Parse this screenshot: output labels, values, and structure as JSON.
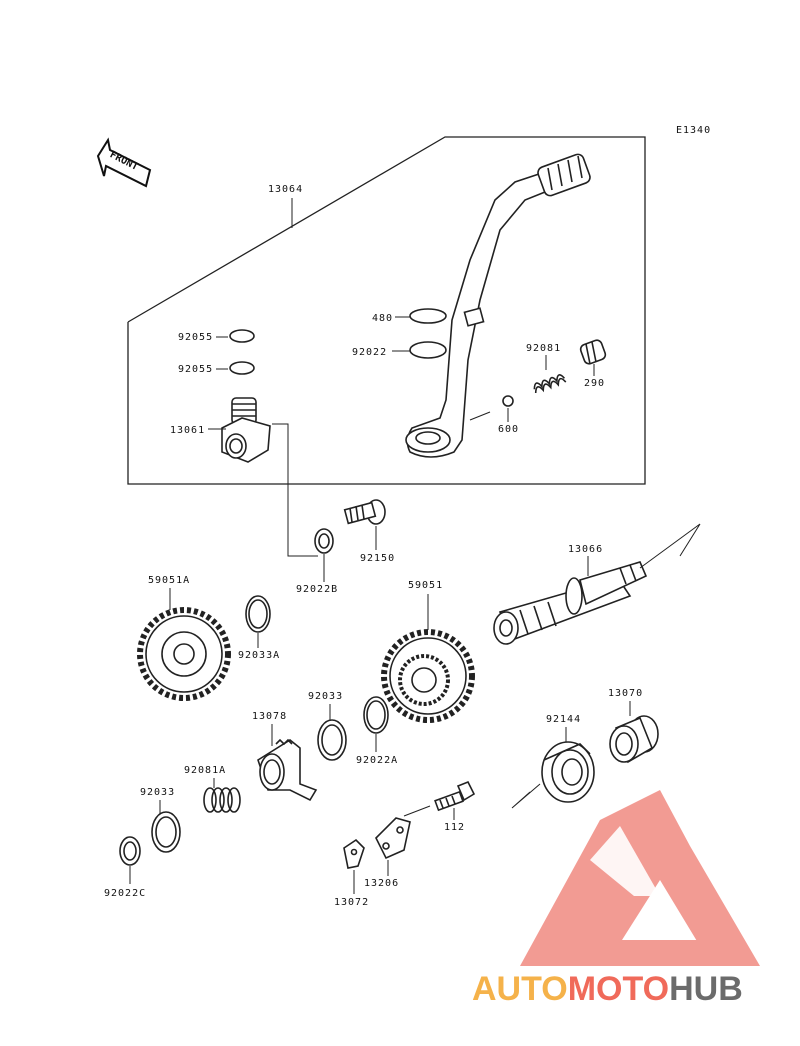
{
  "diagram_code": "E1340",
  "front_label": "FRONT",
  "parts": {
    "p13064": "13064",
    "p92055a": "92055",
    "p92055b": "92055",
    "p13061": "13061",
    "p480": "480",
    "p92022": "92022",
    "p92081": "92081",
    "p290": "290",
    "p600": "600",
    "p92150": "92150",
    "p92022B": "92022B",
    "p13066": "13066",
    "p59051A": "59051A",
    "p92033A": "92033A",
    "p59051": "59051",
    "p92033": "92033",
    "p13078": "13078",
    "p92022A": "92022A",
    "p13070": "13070",
    "p92144": "92144",
    "p92081A": "92081A",
    "p92033b": "92033",
    "p92022C": "92022C",
    "p112": "112",
    "p13206": "13206",
    "p13072": "13072"
  },
  "watermark": {
    "part1": "AUTO",
    "part2": "MOTO",
    "part3": "HUB",
    "color_light": "#f5b24a",
    "color_red": "#f06a5a",
    "color_dark": "#6b6b6b"
  }
}
